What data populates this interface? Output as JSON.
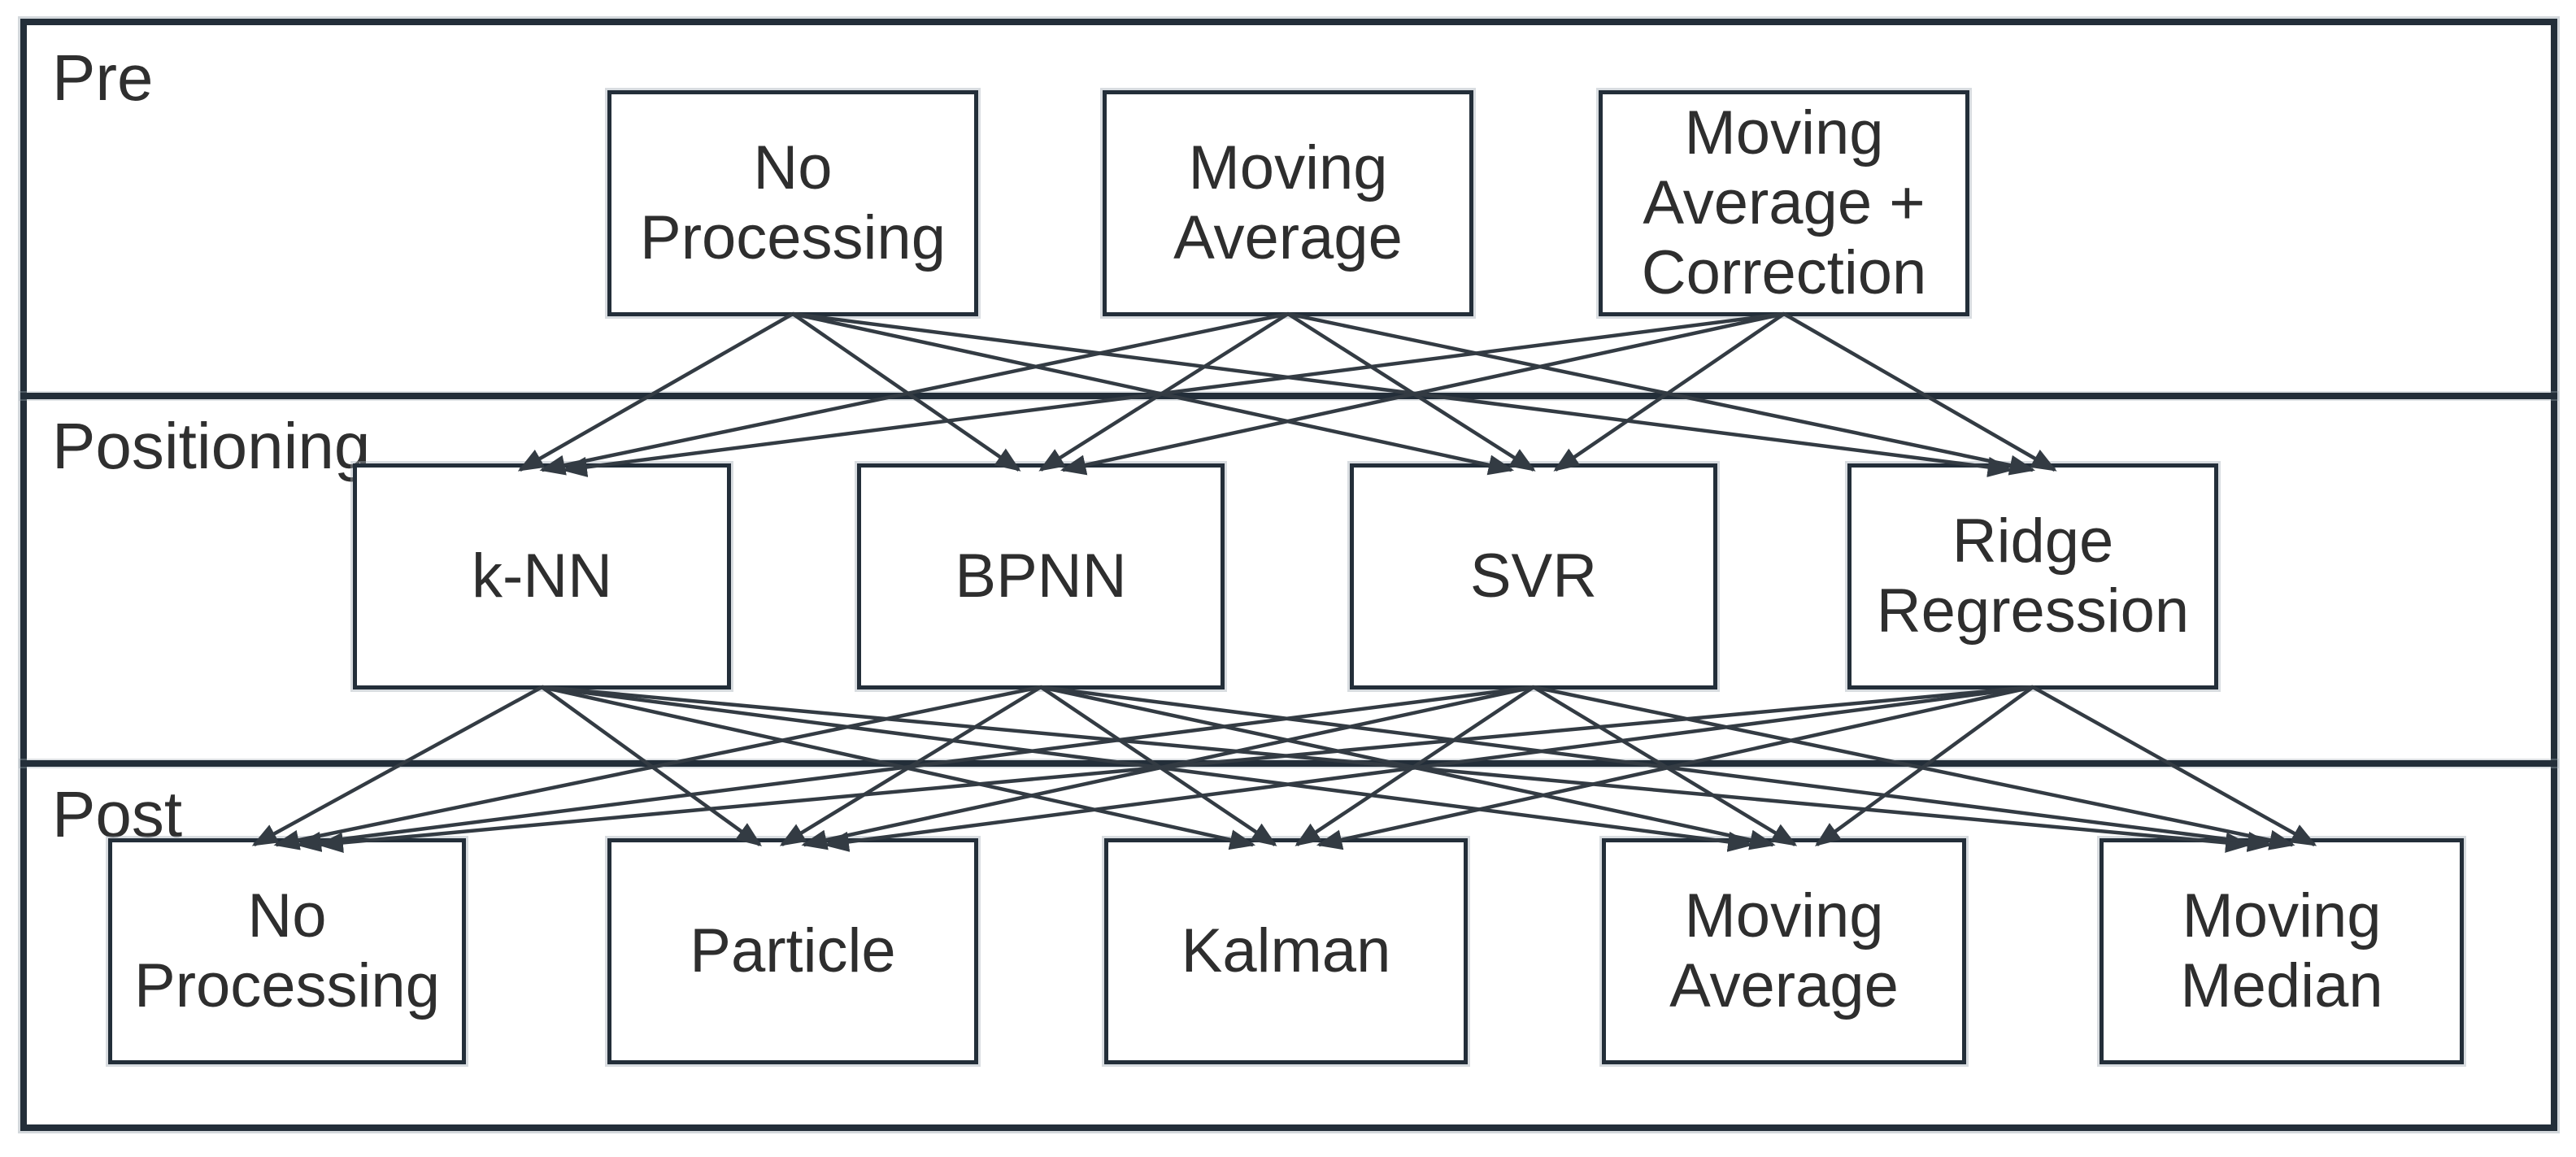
{
  "diagram": {
    "bands": [
      {
        "id": "pre",
        "label": "Pre",
        "nodes": [
          {
            "id": "pre-no-processing",
            "label": "No Processing"
          },
          {
            "id": "pre-moving-average",
            "label": "Moving Average"
          },
          {
            "id": "pre-moving-average-correction",
            "label": "Moving Average + Correction"
          }
        ]
      },
      {
        "id": "positioning",
        "label": "Positioning",
        "nodes": [
          {
            "id": "knn",
            "label": "k-NN"
          },
          {
            "id": "bpnn",
            "label": "BPNN"
          },
          {
            "id": "svr",
            "label": "SVR"
          },
          {
            "id": "ridge-regression",
            "label": "Ridge Regression"
          }
        ]
      },
      {
        "id": "post",
        "label": "Post",
        "nodes": [
          {
            "id": "post-no-processing",
            "label": "No Processing"
          },
          {
            "id": "post-particle",
            "label": "Particle"
          },
          {
            "id": "post-kalman",
            "label": "Kalman"
          },
          {
            "id": "post-moving-average",
            "label": "Moving Average"
          },
          {
            "id": "post-moving-median",
            "label": "Moving Median"
          }
        ]
      }
    ],
    "edges": [
      {
        "from": "pre-no-processing",
        "to": "knn"
      },
      {
        "from": "pre-no-processing",
        "to": "bpnn"
      },
      {
        "from": "pre-no-processing",
        "to": "svr"
      },
      {
        "from": "pre-no-processing",
        "to": "ridge-regression"
      },
      {
        "from": "pre-moving-average",
        "to": "knn"
      },
      {
        "from": "pre-moving-average",
        "to": "bpnn"
      },
      {
        "from": "pre-moving-average",
        "to": "svr"
      },
      {
        "from": "pre-moving-average",
        "to": "ridge-regression"
      },
      {
        "from": "pre-moving-average-correction",
        "to": "knn"
      },
      {
        "from": "pre-moving-average-correction",
        "to": "bpnn"
      },
      {
        "from": "pre-moving-average-correction",
        "to": "svr"
      },
      {
        "from": "pre-moving-average-correction",
        "to": "ridge-regression"
      },
      {
        "from": "knn",
        "to": "post-no-processing"
      },
      {
        "from": "knn",
        "to": "post-particle"
      },
      {
        "from": "knn",
        "to": "post-kalman"
      },
      {
        "from": "knn",
        "to": "post-moving-average"
      },
      {
        "from": "knn",
        "to": "post-moving-median"
      },
      {
        "from": "bpnn",
        "to": "post-no-processing"
      },
      {
        "from": "bpnn",
        "to": "post-particle"
      },
      {
        "from": "bpnn",
        "to": "post-kalman"
      },
      {
        "from": "bpnn",
        "to": "post-moving-average"
      },
      {
        "from": "bpnn",
        "to": "post-moving-median"
      },
      {
        "from": "svr",
        "to": "post-no-processing"
      },
      {
        "from": "svr",
        "to": "post-particle"
      },
      {
        "from": "svr",
        "to": "post-kalman"
      },
      {
        "from": "svr",
        "to": "post-moving-average"
      },
      {
        "from": "svr",
        "to": "post-moving-median"
      },
      {
        "from": "ridge-regression",
        "to": "post-no-processing"
      },
      {
        "from": "ridge-regression",
        "to": "post-particle"
      },
      {
        "from": "ridge-regression",
        "to": "post-kalman"
      },
      {
        "from": "ridge-regression",
        "to": "post-moving-average"
      },
      {
        "from": "ridge-regression",
        "to": "post-moving-median"
      }
    ],
    "colors": {
      "line": "#333b43",
      "border": "#232e39",
      "text": "#2e2e2e",
      "background": "#ffffff"
    }
  }
}
